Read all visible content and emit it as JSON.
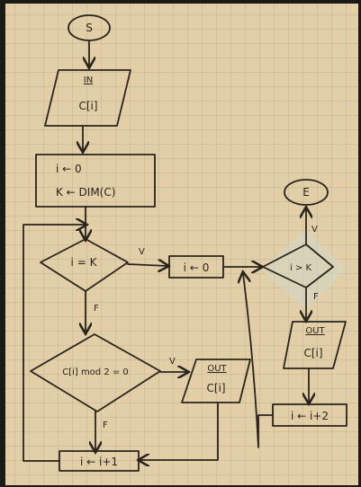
{
  "flowchart": {
    "start": "S",
    "input": {
      "header": "IN",
      "expr": "C[i]"
    },
    "init": {
      "line1": "i ← 0",
      "line2": "K ← DIM(C)"
    },
    "decision1": {
      "cond": "i = K",
      "true_label": "V",
      "false_label": "F"
    },
    "reset": "i ← 0",
    "decision2": {
      "cond": "C[i] mod 2 = 0",
      "true_label": "V",
      "false_label": "F"
    },
    "output1": {
      "header": "OUT",
      "expr": "C[i]"
    },
    "increment1": "i ← i+1",
    "decision3": {
      "cond": "i > K",
      "true_label": "V",
      "false_label": "F"
    },
    "end": "E",
    "output2": {
      "header": "OUT",
      "expr": "C[i]"
    },
    "increment2": "i ← i+2"
  },
  "colors": {
    "paper": "#e3cfa7",
    "grid": "#b9a98a",
    "ink": "#2a241e",
    "highlight": "#cfd8c8"
  }
}
